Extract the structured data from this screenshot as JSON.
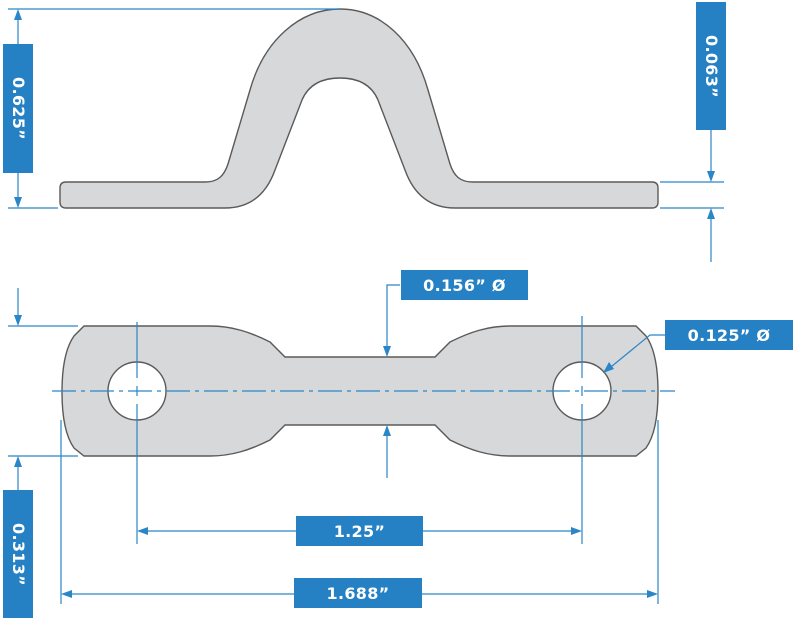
{
  "drawing": {
    "title": "Formed strap bracket dimensional drawing",
    "colors": {
      "dimension_blue": "#2a86c7",
      "label_fill": "#2581c4",
      "part_fill": "#d7d8da",
      "part_outline": "#5a5a5a"
    },
    "side_view": {
      "overall_height_label": "0.625”",
      "material_thickness_label": "0.063”"
    },
    "top_view": {
      "neck_width_label": "0.156” Ø",
      "hole_diameter_label": "0.125” Ø",
      "end_width_label": "0.313”",
      "hole_spacing_label": "1.25”",
      "overall_length_label": "1.688”"
    }
  }
}
